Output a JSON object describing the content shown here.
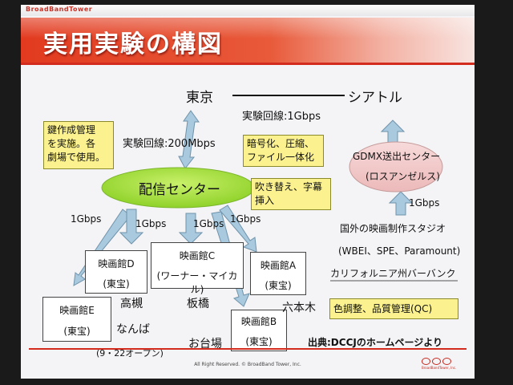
{
  "header": {
    "brand": "BroadBandTower",
    "title": "実用実験の構図",
    "copyright": "All Right Reserved. © BroadBand Tower, Inc.",
    "logo_text": "BroadBandTower, Inc."
  },
  "diagram": {
    "tokyo": "東京",
    "seattle": "シアトル",
    "line_seattle": "実験回線:1Gbps",
    "line_tokyo": "実験回線:200Mbps",
    "gdmx_line1": "GDMX送出センター",
    "gdmx_line2": "(ロスアンゼルス)",
    "center": "配信センター",
    "note_security": [
      "鍵作成管理",
      "を実施。各",
      "劇場で使用。"
    ],
    "note_encrypt": [
      "暗号化、圧縮、",
      "ファイル一体化"
    ],
    "note_subtitle": [
      "吹き替え、字幕",
      "挿入"
    ],
    "note_color": "色調整、品質管理(QC)",
    "studio_title": "国外の映画制作スタジオ",
    "studio_names": "(WBEI、SPE、Paramount)",
    "studio_location": "カリフォルニア州バーバンク",
    "gbps_upload": "1Gbps",
    "gbps_labels": [
      "1Gbps",
      "1Gbps",
      "1Gbps",
      "1Gbps"
    ],
    "theaters": [
      {
        "name": "映画館D",
        "owner": "(東宝)"
      },
      {
        "name": "映画館C",
        "owner": "(ワーナー・マイカル)"
      },
      {
        "name": "映画館A",
        "owner": "(東宝)"
      },
      {
        "name": "映画館E",
        "owner": "(東宝)"
      },
      {
        "name": "映画館B",
        "owner": "(東宝)"
      }
    ],
    "places": {
      "takatsuki": "高槻",
      "itabashi": "板橋",
      "roppongi": "六本木",
      "namba": "なんば",
      "namba_open": "(9・22オープン)",
      "odaiba": "お台場"
    },
    "source": "出典:DCCJのホームページより"
  },
  "colors": {
    "title_red": "#e23a1f",
    "note_yellow": "#fbf28f",
    "center_green": "#a6e63c",
    "gdmx_pink": "#f2c8c8",
    "arrow_blue": "#a9c9de"
  }
}
